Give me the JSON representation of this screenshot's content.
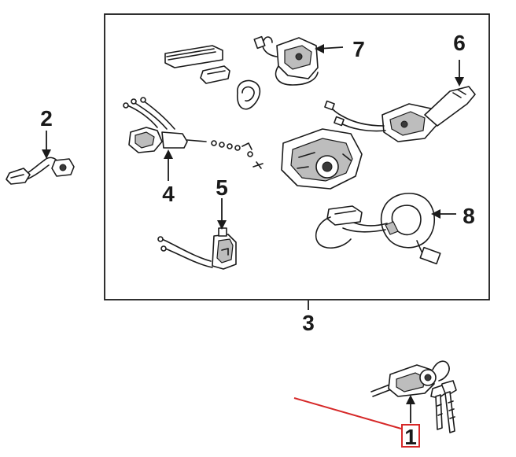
{
  "callouts": {
    "c1": "1",
    "c2": "2",
    "c3": "3",
    "c4": "4",
    "c5": "5",
    "c6": "6",
    "c7": "7",
    "c8": "8"
  },
  "colors": {
    "ink": "#1a1a1a",
    "highlight": "#d62828",
    "background": "#ffffff"
  }
}
